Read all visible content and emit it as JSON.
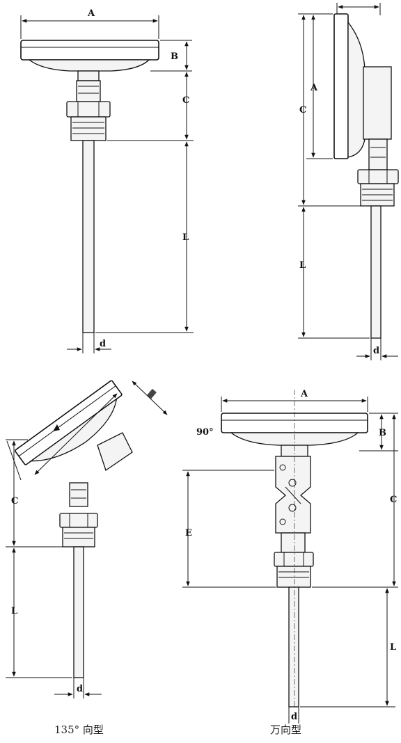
{
  "colors": {
    "ink": "#111111",
    "fill": "#f4f4f4",
    "background": "#ffffff"
  },
  "views": {
    "axial": {
      "labels": {
        "a": "A",
        "b": "B",
        "c": "C",
        "l": "L",
        "d": "d"
      }
    },
    "radial": {
      "labels": {
        "a": "A",
        "c": "C",
        "l": "L",
        "d": "d"
      }
    },
    "angle135": {
      "labels": {
        "c": "C",
        "l": "L",
        "d": "d"
      },
      "caption": "135° 向型"
    },
    "universal": {
      "labels": {
        "a": "A",
        "b": "B",
        "c": "C",
        "e": "E",
        "l": "L",
        "d": "d",
        "angle": "90°"
      },
      "caption": "万向型"
    }
  }
}
